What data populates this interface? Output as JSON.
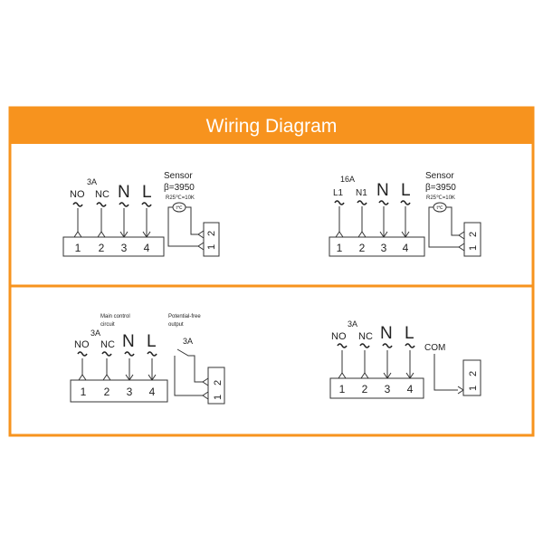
{
  "title": "Wiring Diagram",
  "colors": {
    "accent": "#f7931e",
    "line": "#333333"
  },
  "diagrams": [
    {
      "rating": "3A",
      "inputs": [
        "NO",
        "NC",
        "N",
        "L"
      ],
      "terminals": [
        "1",
        "2",
        "3",
        "4"
      ],
      "sensor": {
        "label": "Sensor",
        "beta": "β=3950",
        "resistance": "R25℃=10K",
        "symbol": "t℃"
      },
      "output_terminals": [
        "1",
        "2"
      ]
    },
    {
      "rating": "16A",
      "inputs": [
        "L1",
        "N1",
        "N",
        "L"
      ],
      "terminals": [
        "1",
        "2",
        "3",
        "4"
      ],
      "sensor": {
        "label": "Sensor",
        "beta": "β=3950",
        "resistance": "R25℃=10K",
        "symbol": "t℃"
      },
      "output_terminals": [
        "1",
        "2"
      ]
    },
    {
      "rating": "3A",
      "inputs": [
        "NO",
        "NC",
        "N",
        "L"
      ],
      "terminals": [
        "1",
        "2",
        "3",
        "4"
      ],
      "main_label": [
        "Main control",
        "circuit"
      ],
      "output_label": [
        "Potential-free",
        "output"
      ],
      "switch_rating": "3A",
      "output_terminals": [
        "1",
        "2"
      ]
    },
    {
      "rating": "3A",
      "inputs": [
        "NO",
        "NC",
        "N",
        "L"
      ],
      "terminals": [
        "1",
        "2",
        "3",
        "4"
      ],
      "com_label": "COM",
      "output_terminals": [
        "1",
        "2"
      ]
    }
  ]
}
